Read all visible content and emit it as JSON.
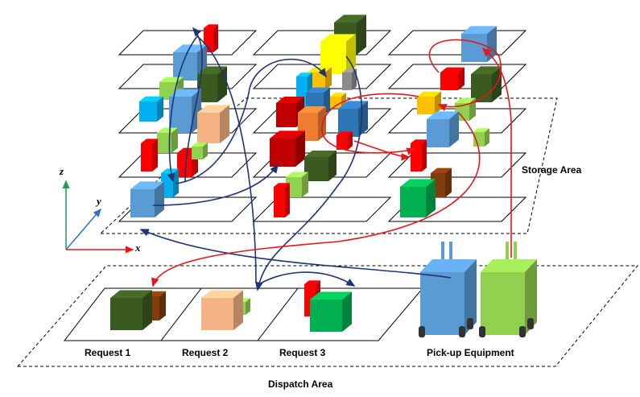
{
  "labels": {
    "storage_area": "Storage Area",
    "dispatch_area": "Dispatch Area",
    "request_1": "Request 1",
    "request_2": "Request 2",
    "request_3": "Request 3",
    "pickup_equipment": "Pick-up Equipment"
  },
  "axes": {
    "x": "x",
    "y": "y",
    "z": "z"
  },
  "colors": {
    "arrow_blue": "#1c3577",
    "arrow_red": "#e8161b",
    "axis_x": "#e8161b",
    "axis_y": "#2e75b6",
    "axis_z": "#1f9e55"
  }
}
